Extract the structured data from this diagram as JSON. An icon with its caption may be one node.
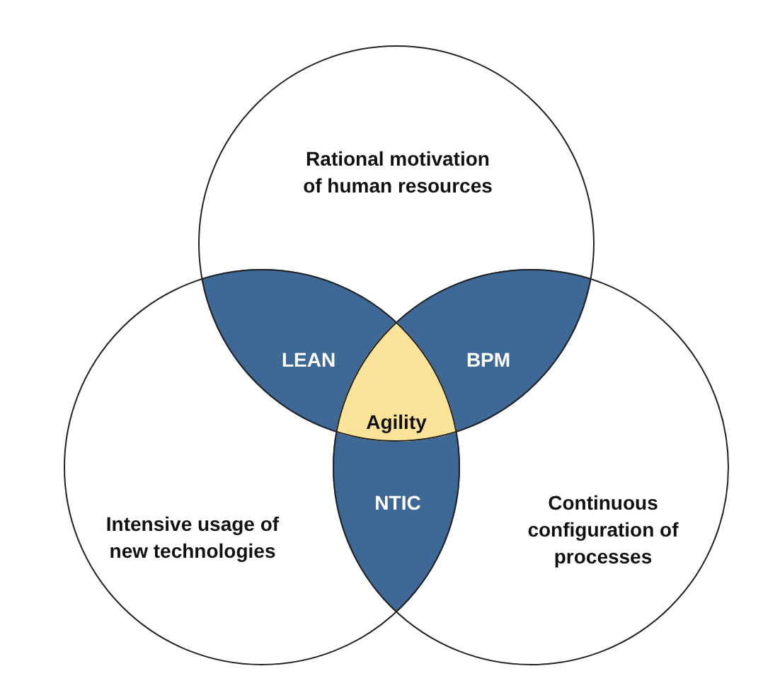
{
  "diagram": {
    "nodes": [
      {
        "text": [
          "Rational motivation of human resources"
        ]
      },
      {
        "text": [
          "Intensive usage of new technologies"
        ]
      },
      {
        "text": [
          "Continuous configuration of processes"
        ]
      },
      {
        "text": [
          "LEAN"
        ]
      },
      {
        "text": [
          "BPM"
        ]
      },
      {
        "text": [
          "Agility"
        ]
      },
      {
        "text": [
          "NTIC"
        ]
      }
    ]
  }
}
